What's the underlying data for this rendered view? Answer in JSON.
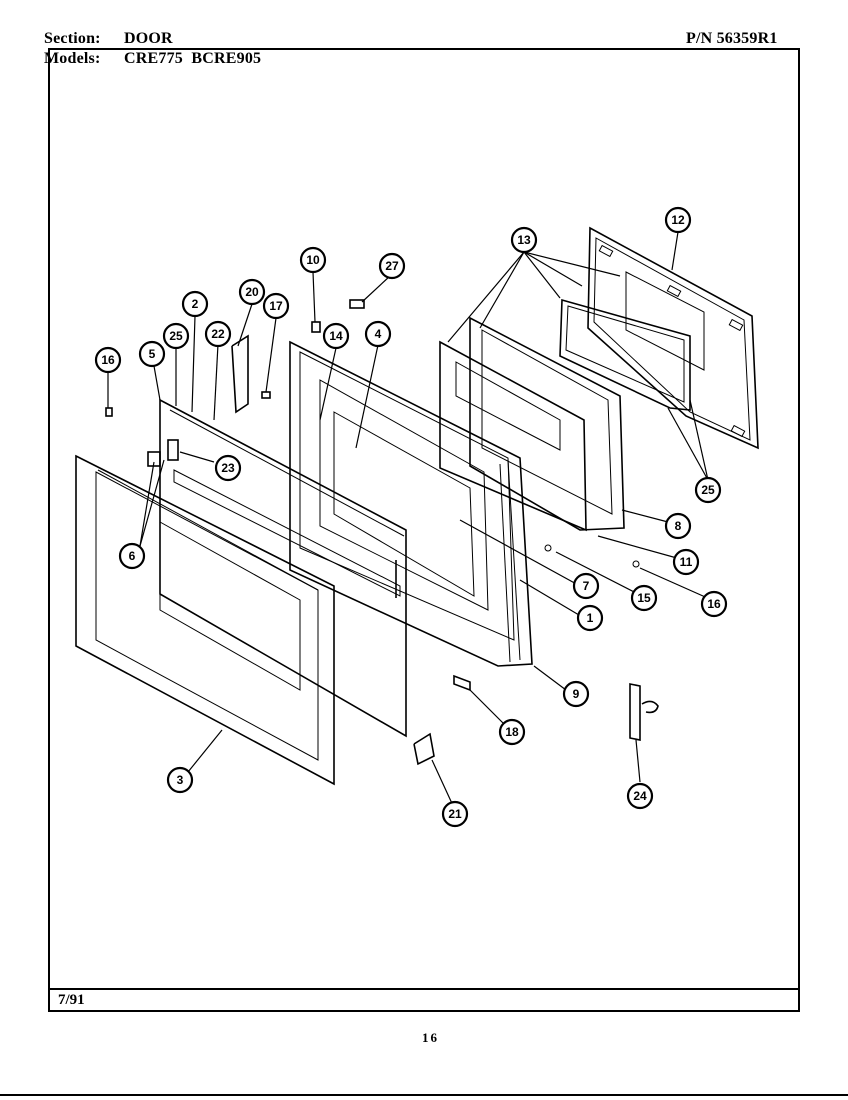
{
  "header": {
    "section_label": "Section:",
    "section_value": "DOOR",
    "models_label": "Models:",
    "models_value": "CRE775  BCRE905",
    "part_number": "P/N 56359R1"
  },
  "footer": {
    "date": "7/91",
    "page_number": "16"
  },
  "callouts": [
    {
      "id": "c1",
      "label": "1"
    },
    {
      "id": "c2",
      "label": "2"
    },
    {
      "id": "c3",
      "label": "3"
    },
    {
      "id": "c4",
      "label": "4"
    },
    {
      "id": "c5",
      "label": "5"
    },
    {
      "id": "c6",
      "label": "6"
    },
    {
      "id": "c7",
      "label": "7"
    },
    {
      "id": "c8",
      "label": "8"
    },
    {
      "id": "c9",
      "label": "9"
    },
    {
      "id": "c10",
      "label": "10"
    },
    {
      "id": "c11",
      "label": "11"
    },
    {
      "id": "c12",
      "label": "12"
    },
    {
      "id": "c13",
      "label": "13"
    },
    {
      "id": "c14",
      "label": "14"
    },
    {
      "id": "c15",
      "label": "15"
    },
    {
      "id": "c16a",
      "label": "16"
    },
    {
      "id": "c16b",
      "label": "16"
    },
    {
      "id": "c17",
      "label": "17"
    },
    {
      "id": "c18",
      "label": "18"
    },
    {
      "id": "c20",
      "label": "20"
    },
    {
      "id": "c21",
      "label": "21"
    },
    {
      "id": "c22",
      "label": "22"
    },
    {
      "id": "c23",
      "label": "23"
    },
    {
      "id": "c24",
      "label": "24"
    },
    {
      "id": "c25a",
      "label": "25"
    },
    {
      "id": "c25b",
      "label": "25"
    },
    {
      "id": "c27",
      "label": "27"
    }
  ]
}
